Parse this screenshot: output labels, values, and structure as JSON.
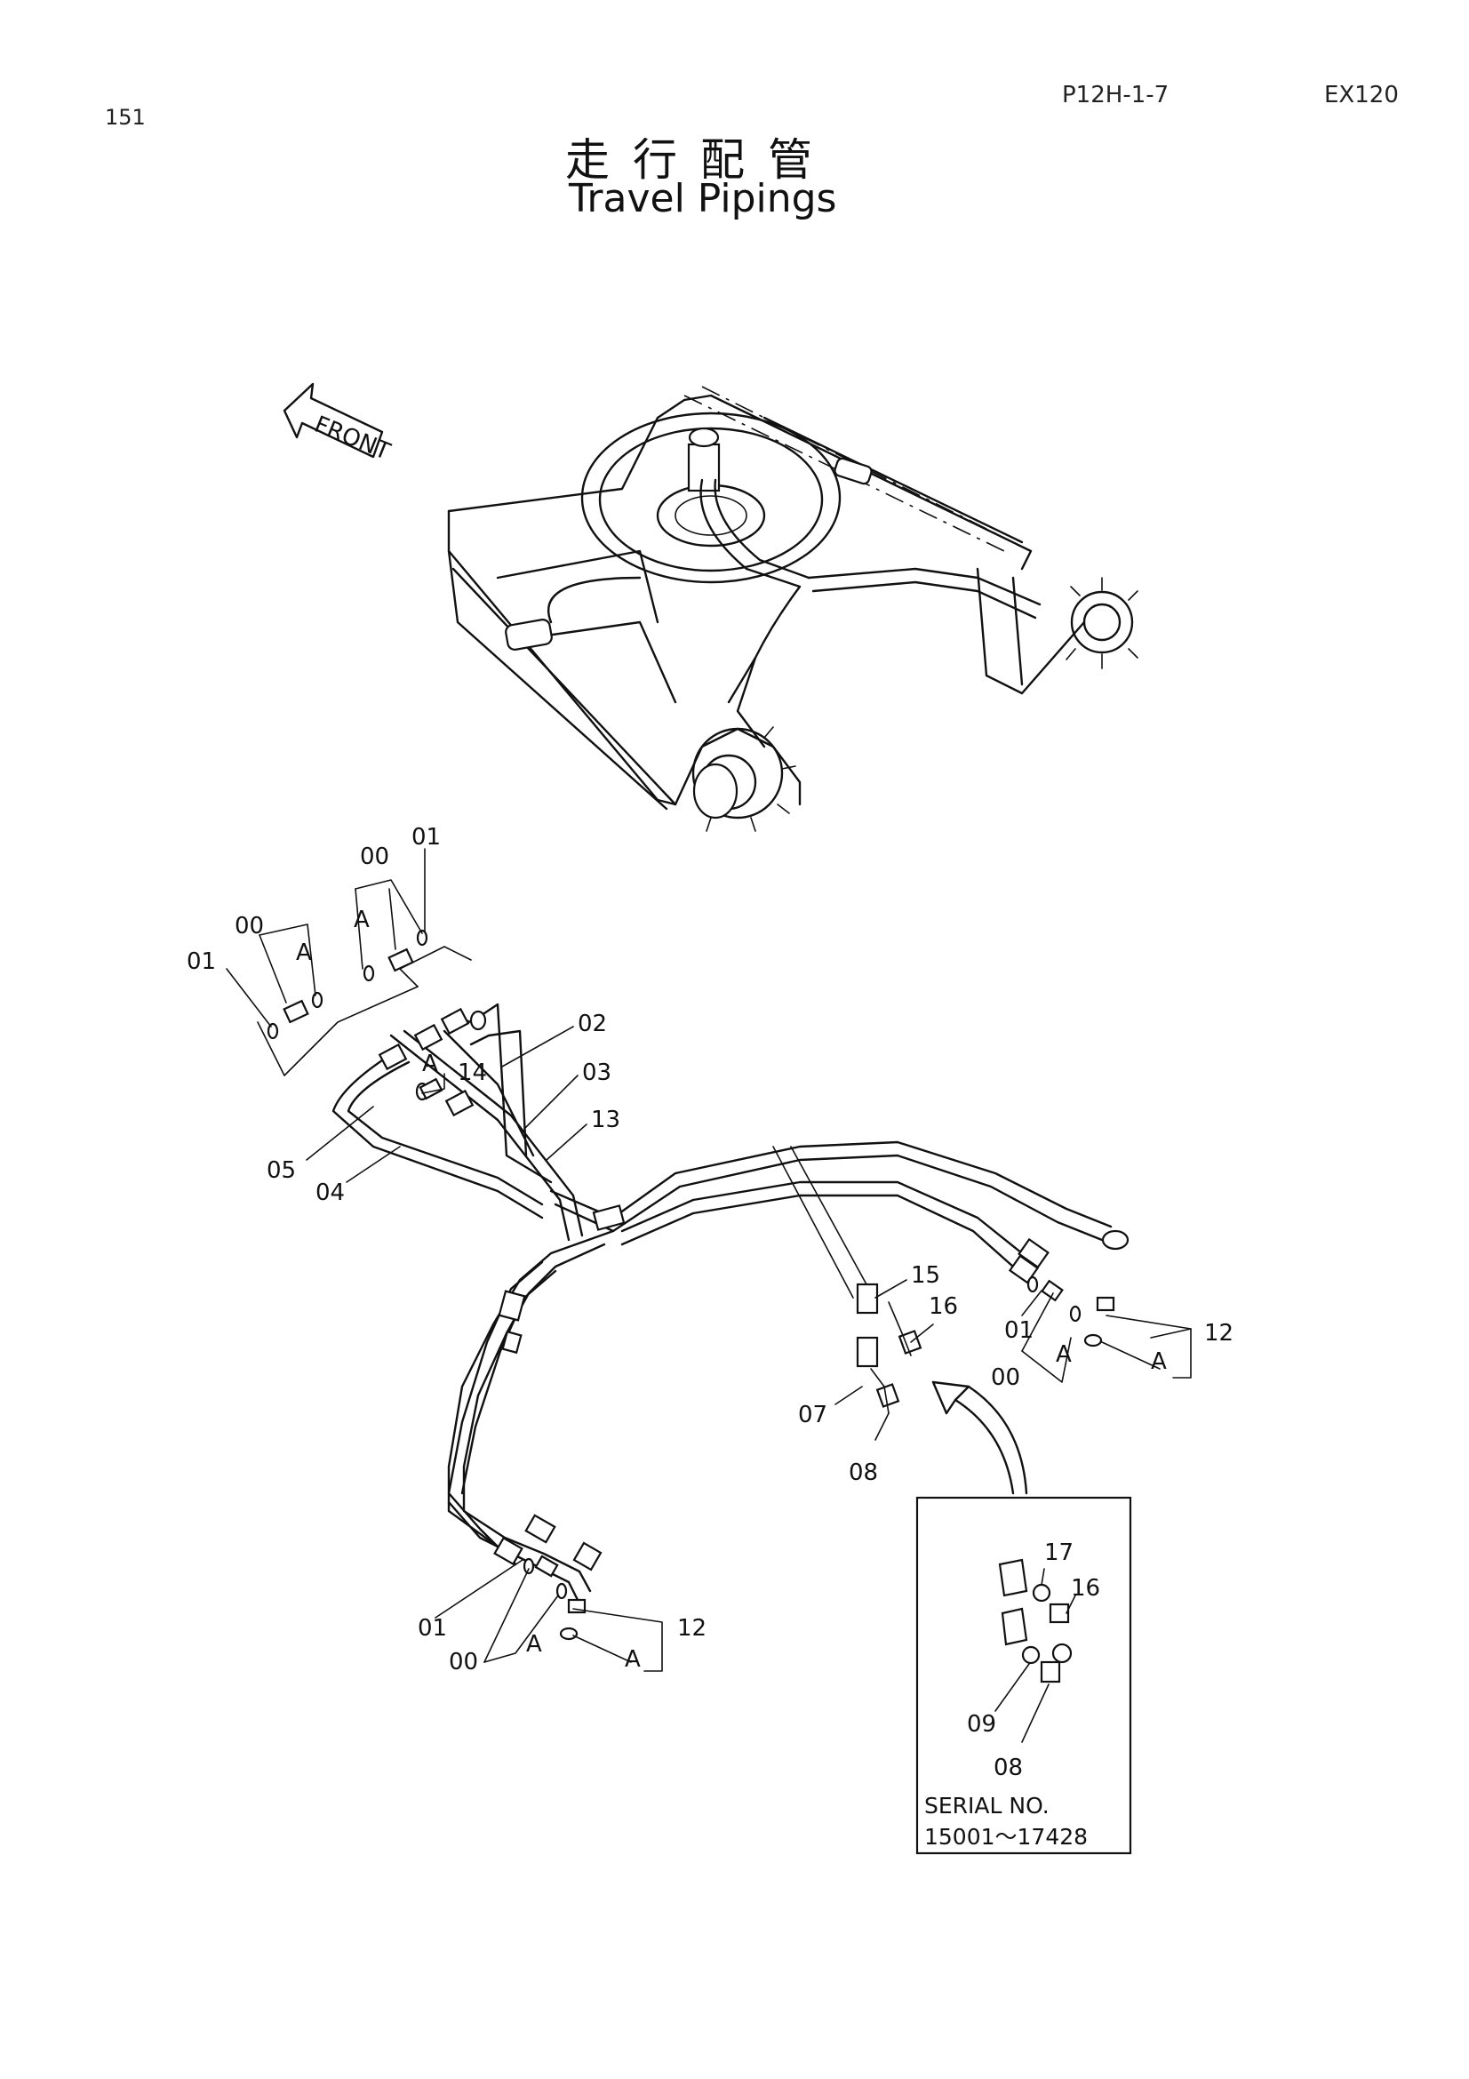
{
  "header": {
    "page_number": "151",
    "part_code": "P12H-1-7",
    "model": "EX120",
    "title_ja": "走行配管",
    "title_en": "Travel Pipings"
  },
  "front_arrow": {
    "label": "FRONT"
  },
  "callouts": {
    "c00a": "00",
    "c01a": "01",
    "cAa": "A",
    "c00b": "00",
    "c01b": "01",
    "cAb": "A",
    "c02": "02",
    "c03": "03",
    "c13": "13",
    "c14": "14",
    "cAc": "A",
    "c05": "05",
    "c04": "04",
    "c15": "15",
    "c16": "16",
    "c07": "07",
    "c08": "08",
    "c01c": "01",
    "c00c": "00",
    "cAd": "A",
    "c12a": "12",
    "cAe": "A",
    "c01d": "01",
    "c00d": "00",
    "cAf": "A",
    "c12b": "12",
    "cAg": "A",
    "i17": "17",
    "i16": "16",
    "i09": "09",
    "i08": "08"
  },
  "inset": {
    "serial_label": "SERIAL  NO.",
    "serial_range": "15001～17428"
  }
}
